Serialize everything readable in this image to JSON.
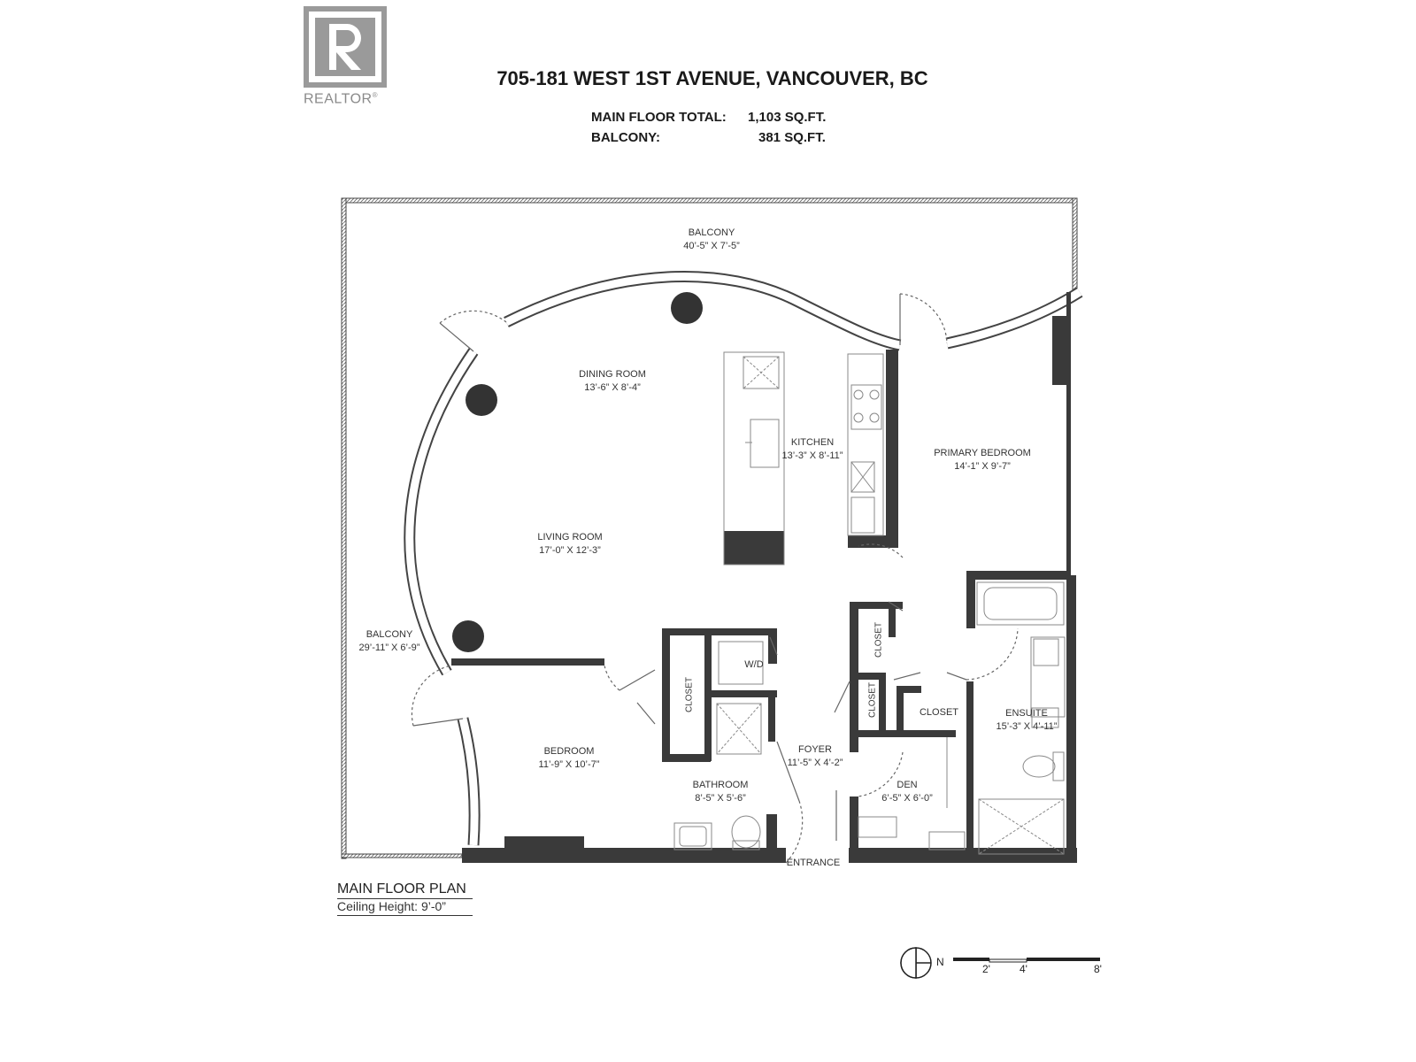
{
  "logo": {
    "text": "REALTOR",
    "mark": "®"
  },
  "header": {
    "address": "705-181 WEST 1ST AVENUE, VANCOUVER, BC",
    "main_floor_total_label": "MAIN FLOOR TOTAL:",
    "main_floor_total_value": "1,103 SQ.FT.",
    "balcony_label": "BALCONY:",
    "balcony_value": "381 SQ.FT."
  },
  "rooms": {
    "balcony_top": {
      "name": "BALCONY",
      "dims": "40’-5” X 7’-5”"
    },
    "dining": {
      "name": "DINING ROOM",
      "dims": "13’-6” X 8’-4”"
    },
    "kitchen": {
      "name": "KITCHEN",
      "dims": "13’-3” X 8’-11”"
    },
    "primary": {
      "name": "PRIMARY BEDROOM",
      "dims": "14’-1” X 9’-7”"
    },
    "living": {
      "name": "LIVING ROOM",
      "dims": "17’-0” X 12’-3”"
    },
    "balcony_left": {
      "name": "BALCONY",
      "dims": "29’-11” X 6’-9”"
    },
    "bedroom": {
      "name": "BEDROOM",
      "dims": "11’-9” X 10’-7”"
    },
    "bathroom": {
      "name": "BATHROOM",
      "dims": "8’-5” X 5’-6”"
    },
    "foyer": {
      "name": "FOYER",
      "dims": "11’-5” X 4’-2”"
    },
    "den": {
      "name": "DEN",
      "dims": "6’-5” X 6’-0”"
    },
    "ensuite": {
      "name": "ENSUITE",
      "dims": "15’-3” X 4’-11”"
    },
    "closet_bed": "CLOSET",
    "closet_top": "CLOSET",
    "closet_mid": "CLOSET",
    "closet_right": "CLOSET",
    "washer_dryer": "W/D",
    "entrance": "ENTRANCE"
  },
  "plan": {
    "title": "MAIN FLOOR PLAN",
    "ceiling": "Ceiling Height: 9’-0”"
  },
  "compass": {
    "north": "N"
  },
  "scale": {
    "ticks": [
      "2'",
      "4'",
      "8'"
    ]
  }
}
